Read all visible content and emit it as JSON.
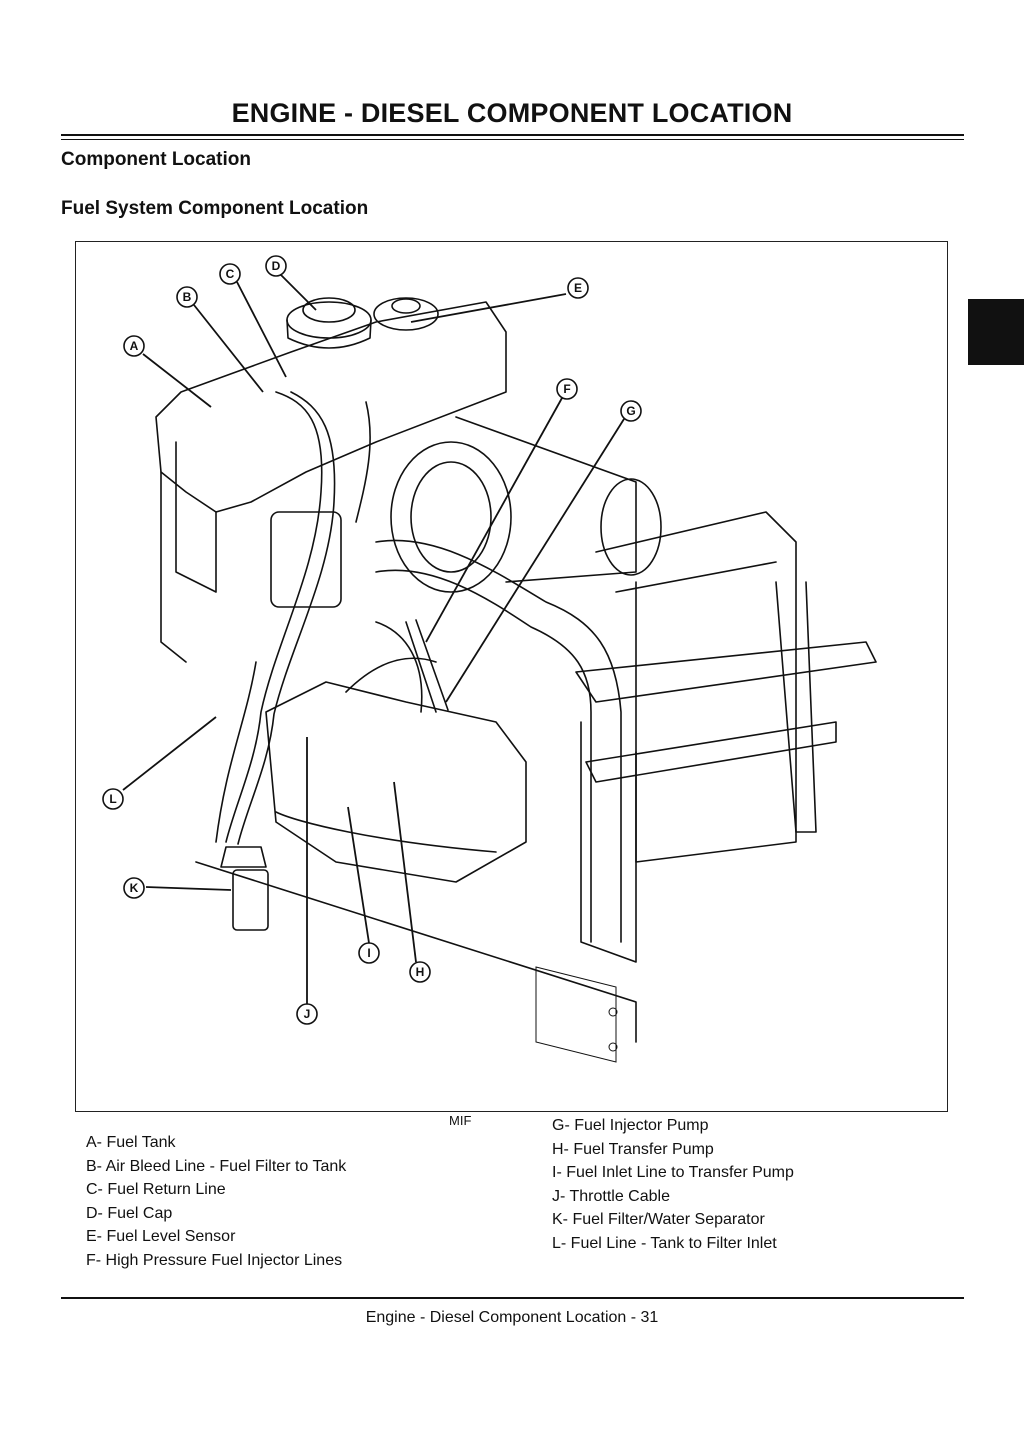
{
  "page": {
    "title": "ENGINE - DIESEL   COMPONENT LOCATION",
    "section_heading": "Component Location",
    "subsection_heading": "Fuel System Component Location",
    "footer": "Engine - Diesel   Component Location  - 31"
  },
  "figure": {
    "code": "MIF",
    "callouts": [
      "A",
      "B",
      "C",
      "D",
      "E",
      "F",
      "G",
      "H",
      "I",
      "J",
      "K",
      "L"
    ]
  },
  "legend": {
    "left": [
      "A- Fuel Tank",
      "B- Air Bleed Line - Fuel Filter to Tank",
      "C- Fuel Return Line",
      "D- Fuel Cap",
      "E- Fuel Level Sensor",
      "F- High Pressure Fuel Injector Lines"
    ],
    "right": [
      "G- Fuel Injector Pump",
      "H- Fuel Transfer Pump",
      "I- Fuel Inlet Line to Transfer Pump",
      "J- Throttle Cable",
      "K- Fuel Filter/Water Separator",
      "L- Fuel Line - Tank to Filter Inlet"
    ]
  }
}
